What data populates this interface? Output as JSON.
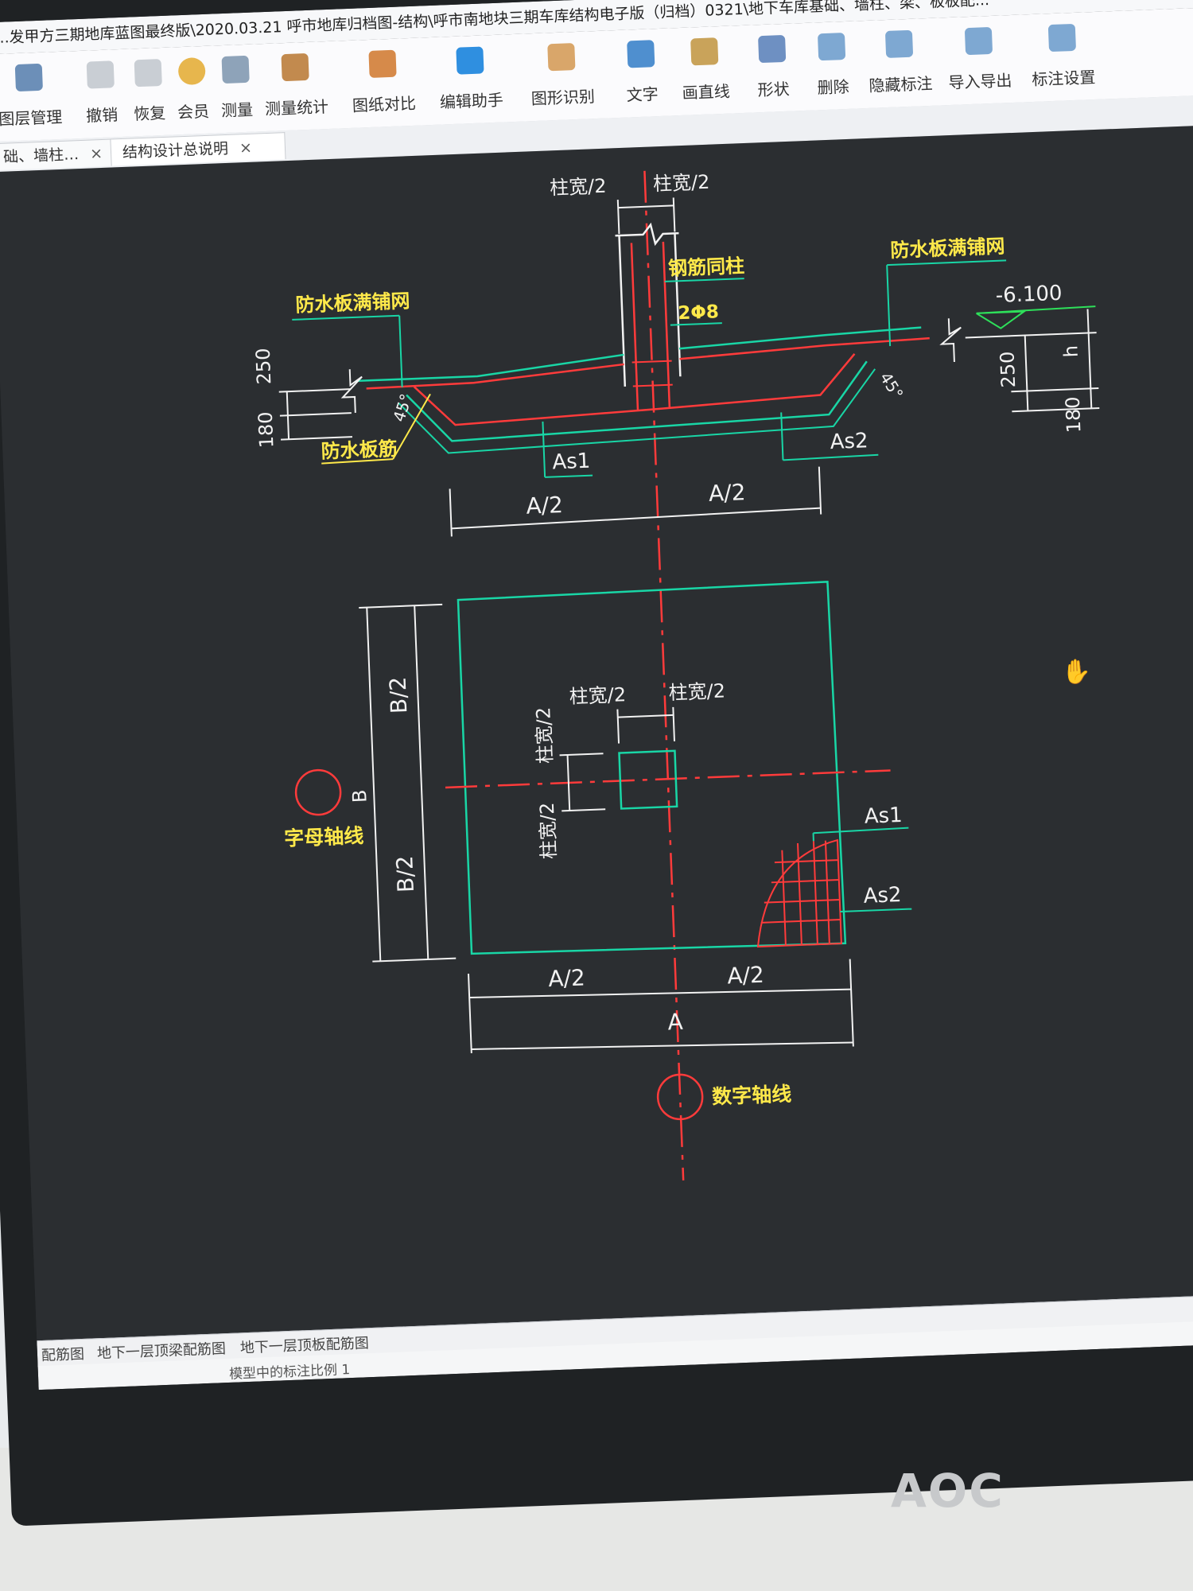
{
  "window": {
    "title": "...发甲方三期地库蓝图最终版\\2020.03.21 呼市地库归档图-结构\\呼市南地块三期车库结构电子版（归档）0321\\地下车库基础、墙柱、梁、板板配..."
  },
  "toolbar": {
    "items": [
      {
        "label": "图层管理",
        "icon": "layers-icon"
      },
      {
        "label": "撤销",
        "icon": "undo-icon"
      },
      {
        "label": "恢复",
        "icon": "redo-icon"
      },
      {
        "label": "会员",
        "icon": "vip-icon"
      },
      {
        "label": "测量",
        "icon": "measure-icon"
      },
      {
        "label": "测量统计",
        "icon": "measure-stats-icon"
      },
      {
        "label": "图纸对比",
        "icon": "compare-icon"
      },
      {
        "label": "编辑助手",
        "icon": "edit-assistant-icon"
      },
      {
        "label": "图形识别",
        "icon": "shape-recognition-icon"
      },
      {
        "label": "文字",
        "icon": "text-icon"
      },
      {
        "label": "画直线",
        "icon": "line-icon"
      },
      {
        "label": "形状",
        "icon": "shape-icon"
      },
      {
        "label": "删除",
        "icon": "eraser-icon"
      },
      {
        "label": "隐藏标注",
        "icon": "hide-annotation-icon"
      },
      {
        "label": "导入导出",
        "icon": "import-export-icon"
      },
      {
        "label": "标注设置",
        "icon": "annotation-settings-icon"
      }
    ]
  },
  "doc_tabs": [
    {
      "label": "础、墙柱…",
      "close": "×"
    },
    {
      "label": "结构设计总说明",
      "close": "×"
    }
  ],
  "drawing": {
    "top_col_half_left": "柱宽/2",
    "top_col_half_right": "柱宽/2",
    "rebar_with_column": "钢筋同柱",
    "stirrup": "2Φ8",
    "waterproof_left": "防水板满铺网",
    "waterproof_right": "防水板满铺网",
    "waterproof_bar": "防水板筋",
    "elevation": "-6.100",
    "dim_250_left": "250",
    "dim_180_left": "180",
    "dim_250_right": "250",
    "dim_h": "h",
    "dim_180_right": "180",
    "angle_left": "45°",
    "angle_right": "45°",
    "as1_section": "As1",
    "as2_section": "As2",
    "a_half_left_top": "A/2",
    "a_half_right_top": "A/2",
    "plan_col_half_left": "柱宽/2",
    "plan_col_half_right": "柱宽/2",
    "plan_col_half_up": "柱宽/2",
    "plan_col_half_down": "柱宽/2",
    "b_half_top": "B/2",
    "b_half_bottom": "B/2",
    "b_label": "B",
    "letter_axis": "字母轴线",
    "as1_plan": "As1",
    "as2_plan": "As2",
    "a_half_left_plan": "A/2",
    "a_half_right_plan": "A/2",
    "a_total": "A",
    "number_axis": "数字轴线"
  },
  "bottom_tabs": [
    "配筋图",
    "地下一层顶梁配筋图",
    "地下一层顶板配筋图"
  ],
  "status": {
    "text": "模型中的标注比例 1"
  },
  "taskbar": {
    "icons": [
      "cad-icon",
      "text-tool-icon"
    ]
  },
  "monitor": {
    "brand": "AOC"
  },
  "colors": {
    "cyan": "#19d6a6",
    "red": "#ff3b3b",
    "yellow": "#ffe94a",
    "white": "#f2f2f2",
    "green": "#2ee05a",
    "canvas": "#2b2e31"
  }
}
